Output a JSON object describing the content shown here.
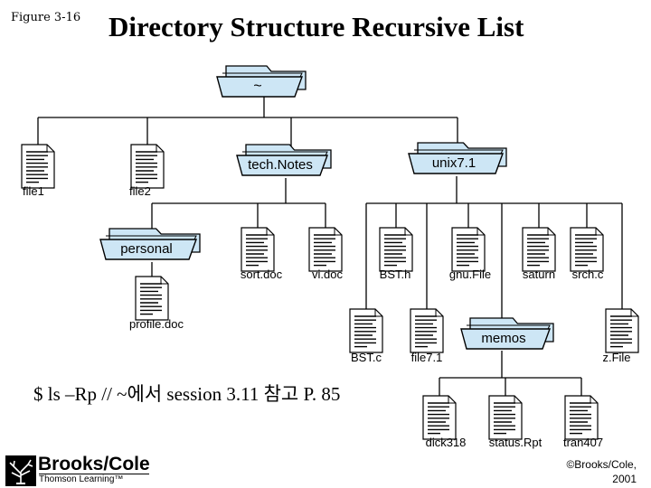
{
  "figure_label": "Figure 3-16",
  "title": "Directory Structure Recursive List",
  "command_line": "$ ls –Rp  // ~에서 session 3.11 참고 P. 85",
  "copyright": {
    "line1": "©Brooks/Cole,",
    "line2": "2001"
  },
  "logo": {
    "name": "Brooks/Cole",
    "subtitle": "Thomson Learning™"
  },
  "colors": {
    "folder_fill": "#cde6f5",
    "folder_stroke": "#000000",
    "connector": "#000000"
  },
  "tree": {
    "root": {
      "label": "~",
      "kind": "directory"
    },
    "level1": [
      {
        "label": "file1",
        "kind": "file"
      },
      {
        "label": "file2",
        "kind": "file"
      },
      {
        "label": "tech.Notes",
        "kind": "directory"
      },
      {
        "label": "unix7.1",
        "kind": "directory"
      }
    ],
    "techNotes_children": [
      {
        "label": "personal",
        "kind": "directory"
      },
      {
        "label": "sort.doc",
        "kind": "file"
      },
      {
        "label": "vi.doc",
        "kind": "file"
      }
    ],
    "personal_children": [
      {
        "label": "profile.doc",
        "kind": "file"
      }
    ],
    "unix_children": [
      {
        "label": "BST.h",
        "kind": "file"
      },
      {
        "label": "gnu.File",
        "kind": "file"
      },
      {
        "label": "saturn",
        "kind": "file"
      },
      {
        "label": "srch.c",
        "kind": "file"
      },
      {
        "label": "BST.c",
        "kind": "file"
      },
      {
        "label": "file7.1",
        "kind": "file"
      },
      {
        "label": "memos",
        "kind": "directory"
      },
      {
        "label": "z.File",
        "kind": "file"
      }
    ],
    "memos_children": [
      {
        "label": "dick318",
        "kind": "file"
      },
      {
        "label": "status.Rpt",
        "kind": "file"
      },
      {
        "label": "tran407",
        "kind": "file"
      }
    ]
  }
}
